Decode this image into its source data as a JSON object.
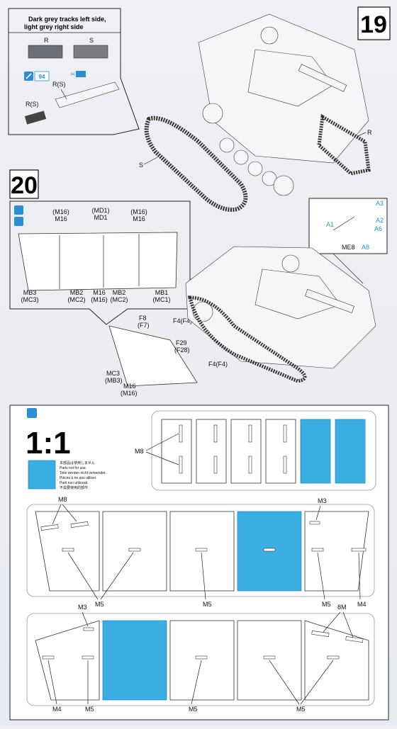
{
  "step19": {
    "number": "19",
    "callout_title_line1": "Dark grey tracks left side,",
    "callout_title_line2": "light grey right side",
    "track_r": "R",
    "track_s": "S",
    "paint_code": "94",
    "length_code": "H",
    "r_s_top": "R(S)",
    "r_s_bottom": "R(S)",
    "label_s": "S",
    "label_r": "R"
  },
  "step20": {
    "number": "20",
    "panel_labels": {
      "m16_a": "(M16)",
      "m16_a2": "M16",
      "md1_a": "(MD1)",
      "md1_a2": "MD1",
      "m16_b": "(M16)",
      "m16_b2": "M16",
      "mb3": "MB3",
      "mc3": "(MC3)",
      "mb2_a": "MB2",
      "mc2_a": "(MC2)",
      "m16_c": "M16",
      "m16_c2": "(M16)",
      "mb2_b": "MB2",
      "mc2_b": "(MC2)",
      "mb1": "MB1",
      "mc1": "(MC1)"
    },
    "detail_labels": {
      "a3": "A3",
      "a2": "A2",
      "a1": "A1",
      "a6": "A6",
      "me8": "ME8",
      "a8": "A8"
    },
    "skirt_labels": {
      "f8": "F8",
      "f7": "(F7)",
      "f4a": "F4(F4)",
      "f29": "F29",
      "f28": "(F28)",
      "f4b": "F4(F4)",
      "mc3": "MC3",
      "mb3": "(MB3)",
      "m16": "M16",
      "m16b": "(M16)"
    }
  },
  "template": {
    "scale": "1:1",
    "warning_lines": [
      "本部品は使用しません",
      "Parts not for use.",
      "Teile werden nicht verwendet.",
      "Pièces à ne pas utiliser.",
      "Parti non utilizzati.",
      "不需要使用的部件"
    ],
    "labels": {
      "m8_top": "M8",
      "m8_row2": "M8",
      "m3_row2": "M3",
      "m5_row2_a": "M5",
      "m5_row2_b": "M5",
      "m5_row2_c": "M5",
      "m4_row2": "M4",
      "m3_row3": "M3",
      "m8_row3": "8M",
      "m4_row3": "M4",
      "m5_row3_a": "M5",
      "m5_row3_b": "M5",
      "m5_row3_c": "M5"
    }
  },
  "colors": {
    "unused_blue": "#3aaee0",
    "accent_blue": "#2a8fd0"
  }
}
